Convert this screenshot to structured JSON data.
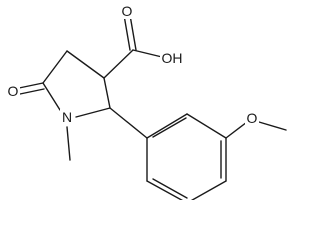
{
  "diagram": {
    "atoms": {
      "carboxyl_oxygen_double": "O",
      "carboxyl_hydroxyl": "OH",
      "lactam_oxygen": "O",
      "ring_nitrogen": "N",
      "methoxy_oxygen": "O"
    }
  }
}
